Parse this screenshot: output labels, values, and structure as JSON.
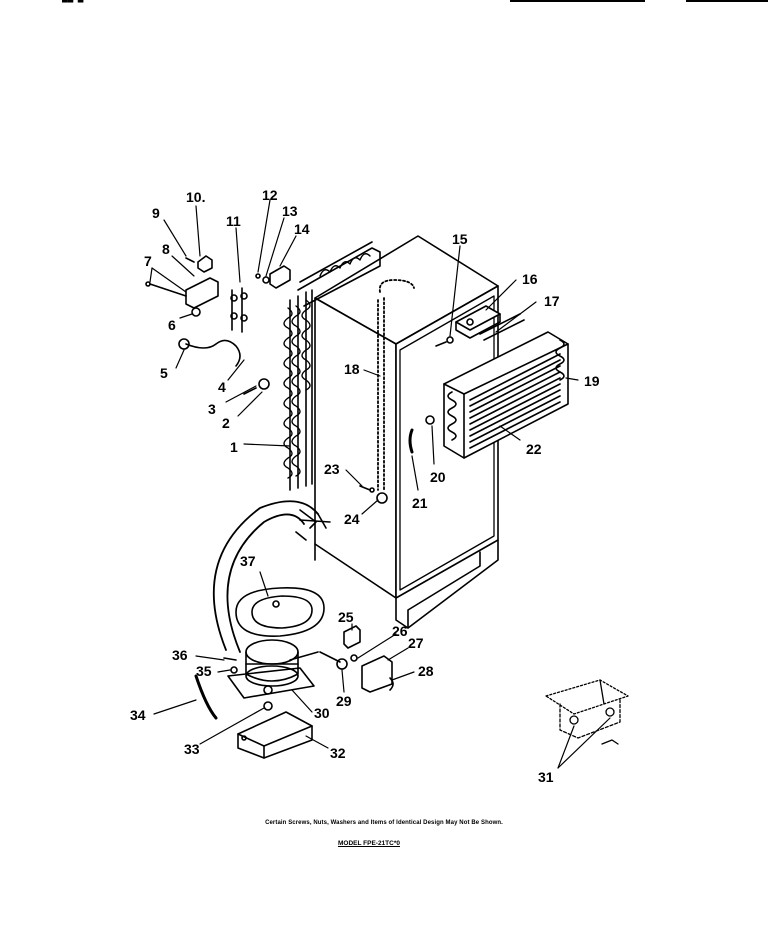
{
  "diagram": {
    "part_numbers": [
      "1",
      "2",
      "3",
      "4",
      "5",
      "6",
      "7",
      "8",
      "9",
      "10.",
      "11",
      "12",
      "13",
      "14",
      "15",
      "16",
      "17",
      "18",
      "19",
      "20",
      "21",
      "22",
      "23",
      "24",
      "25",
      "26",
      "27",
      "28",
      "29",
      "30",
      "31",
      "32",
      "33",
      "34",
      "35",
      "36",
      "37"
    ],
    "footnote": "Certain Screws, Nuts, Washers and Items of Identical Design May Not Be Shown.",
    "model": "MODEL FPE-21TC*0"
  }
}
